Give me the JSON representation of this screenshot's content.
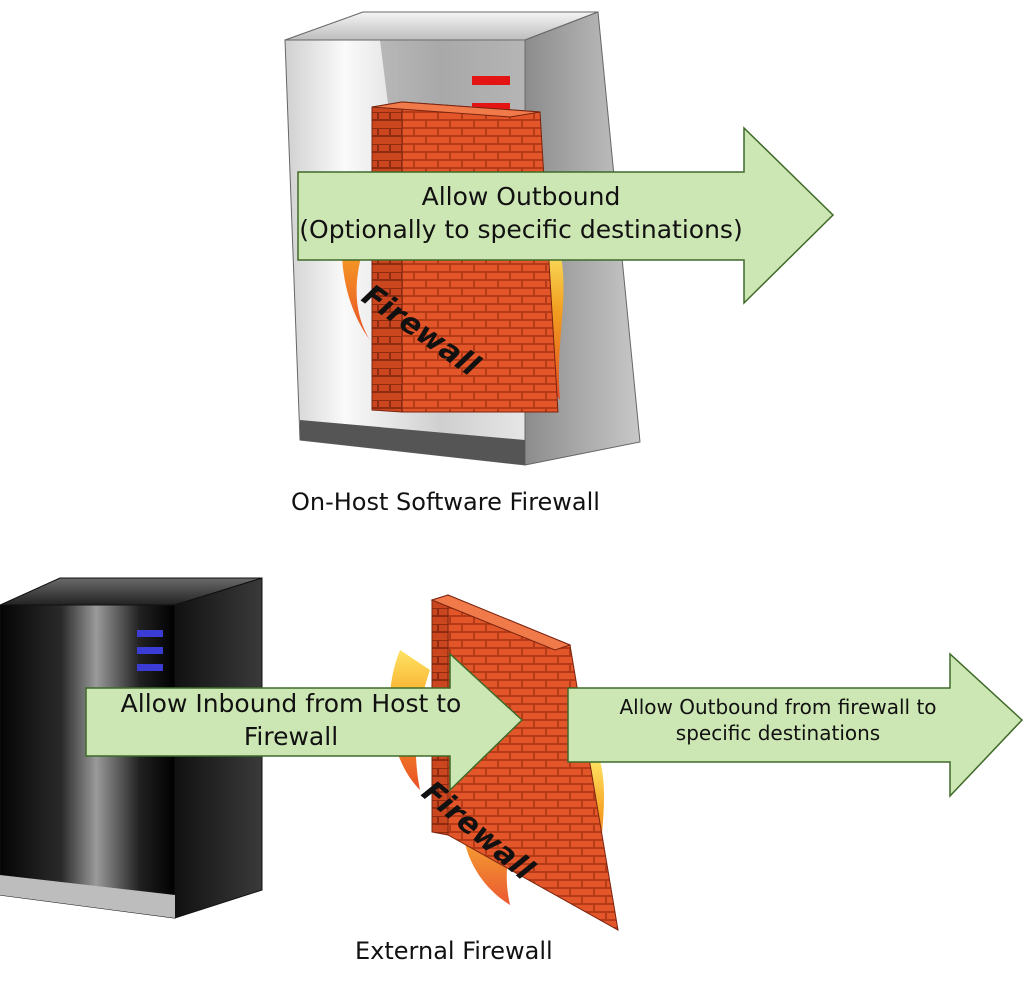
{
  "top_section": {
    "arrow_label_line1": "Allow Outbound",
    "arrow_label_line2": "(Optionally to specific destinations)",
    "firewall_label": "Firewall",
    "caption": "On-Host Software Firewall"
  },
  "bottom_section": {
    "left_arrow_label_line1": "Allow Inbound from Host to",
    "left_arrow_label_line2": "Firewall",
    "right_arrow_label_line1": "Allow Outbound from firewall to",
    "right_arrow_label_line2": "specific destinations",
    "firewall_label": "Firewall",
    "caption": "External Firewall"
  },
  "colors": {
    "arrow_fill": "#cde7b4",
    "arrow_stroke": "#3f6a28",
    "brick": "#e2562a",
    "mortar": "#b53a17",
    "top_led": "#e51414",
    "bottom_led": "#3b3bd6",
    "flame_outer": "#f36a1a",
    "flame_inner": "#ffd21c"
  }
}
